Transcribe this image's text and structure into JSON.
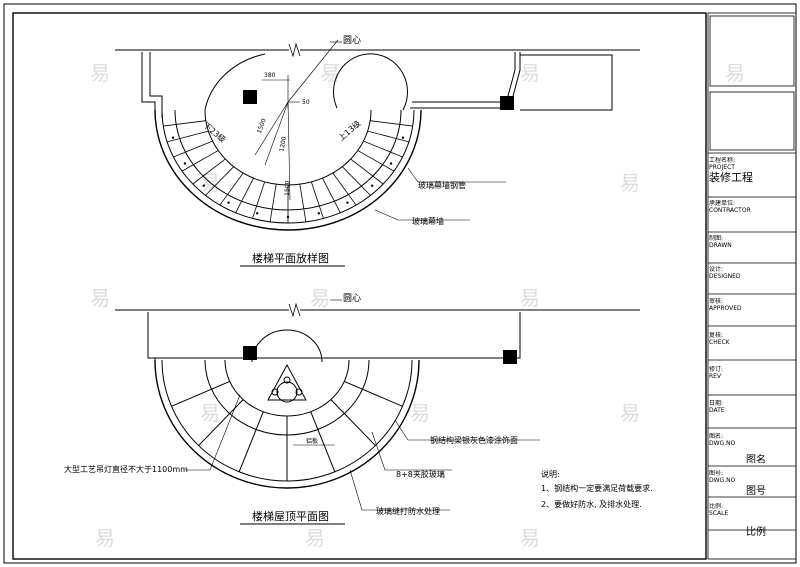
{
  "plan": {
    "title": "楼梯平面放样图",
    "center_label": "圆心",
    "dim_380": "380",
    "dim_50": "50",
    "dim_1500": "1500",
    "dim_1200": "1200",
    "dim_1500b": "1500",
    "down_label": "下23级",
    "up_label": "上13级",
    "callout_handrail": "玻璃幕墙钢管",
    "callout_curtain": "玻璃幕墙"
  },
  "roof": {
    "title": "楼梯屋顶平面图",
    "center_label": "圆心",
    "chandelier": "大型工艺吊灯直径不大于1100mm",
    "dim_label": "铝板",
    "callout_steel": "钢结构梁银灰色漆涂饰面",
    "callout_glass": "8+8夹胶玻璃",
    "callout_waterproof": "玻璃缝打防水处理"
  },
  "notes": {
    "heading": "说明:",
    "items": [
      "1、钢结构一定要满足荷载要求.",
      "2、要做好防水, 及排水处理."
    ]
  },
  "title_block": {
    "project_label": "工程名称:",
    "project_label_en": "PROJECT",
    "project_value": "装修工程",
    "contractor_label": "承建单位:",
    "contractor_label_en": "CONTRACTOR",
    "drawn_label": "制图:",
    "drawn_label_en": "DRAWN",
    "design_label": "设计:",
    "design_label_en": "DESIGNED",
    "approved_label": "审核:",
    "approved_label_en": "APPROVED",
    "check_label": "复核:",
    "check_label_en": "CHECK",
    "rev_label": "修订:",
    "rev_label_en": "REV",
    "date_label": "日期:",
    "date_label_en": "DATE",
    "dwgname_label": "图名:",
    "dwgname_label_en": "DWG.NO",
    "dwgname_value": "图名",
    "dwgno_label": "图号:",
    "dwgno_label_en": "DWG.NO",
    "dwgno_value": "图号",
    "scale_label": "比例:",
    "scale_label_en": "SCALE",
    "scale_value": "比例"
  },
  "watermark": "易"
}
